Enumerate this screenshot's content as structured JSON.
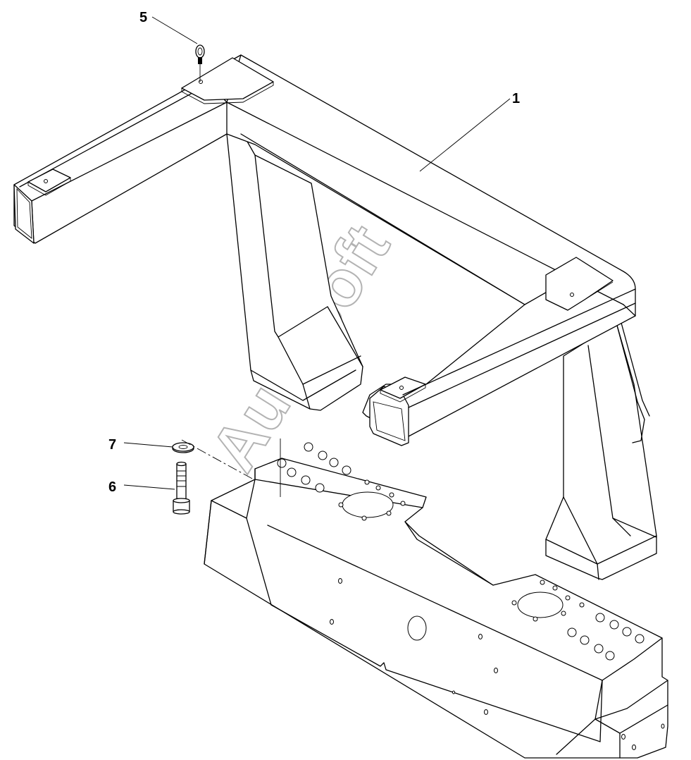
{
  "callouts": [
    {
      "id": "1",
      "text": "1"
    },
    {
      "id": "5",
      "text": "5"
    },
    {
      "id": "6",
      "text": "6"
    },
    {
      "id": "7",
      "text": "7"
    }
  ],
  "watermark": {
    "text": "AutoSoft",
    "color": "#b3b3b3"
  },
  "colors": {
    "line": "#000000",
    "background": "#ffffff"
  }
}
